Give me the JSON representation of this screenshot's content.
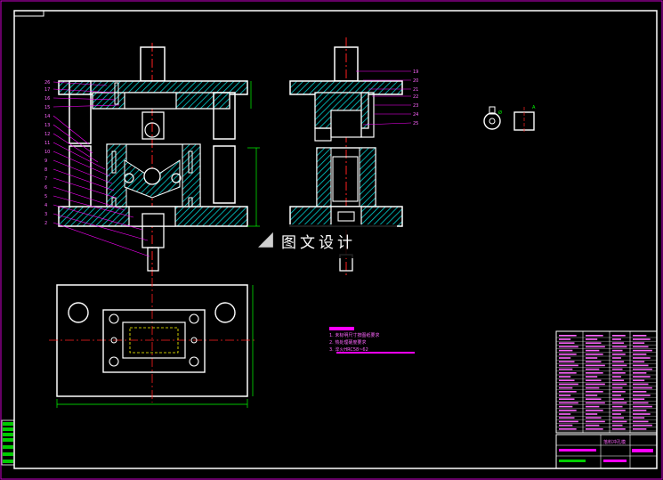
{
  "watermark": {
    "text": "图文设计"
  },
  "notes": {
    "items": [
      "1. 未标明尺寸按图纸要求",
      "2. 热处理硬度要求",
      "3. 淬火HRC58~62"
    ]
  },
  "title_block": {
    "title": "落料冲孔模"
  },
  "colors": {
    "background": "#000000",
    "outline": "#ffffff",
    "hatch": "#00ffff",
    "centerline": "#ff0000",
    "leader": "#ff00ff",
    "frame": "#ff00ff",
    "accent": "#ffff00",
    "green": "#00ff00"
  }
}
